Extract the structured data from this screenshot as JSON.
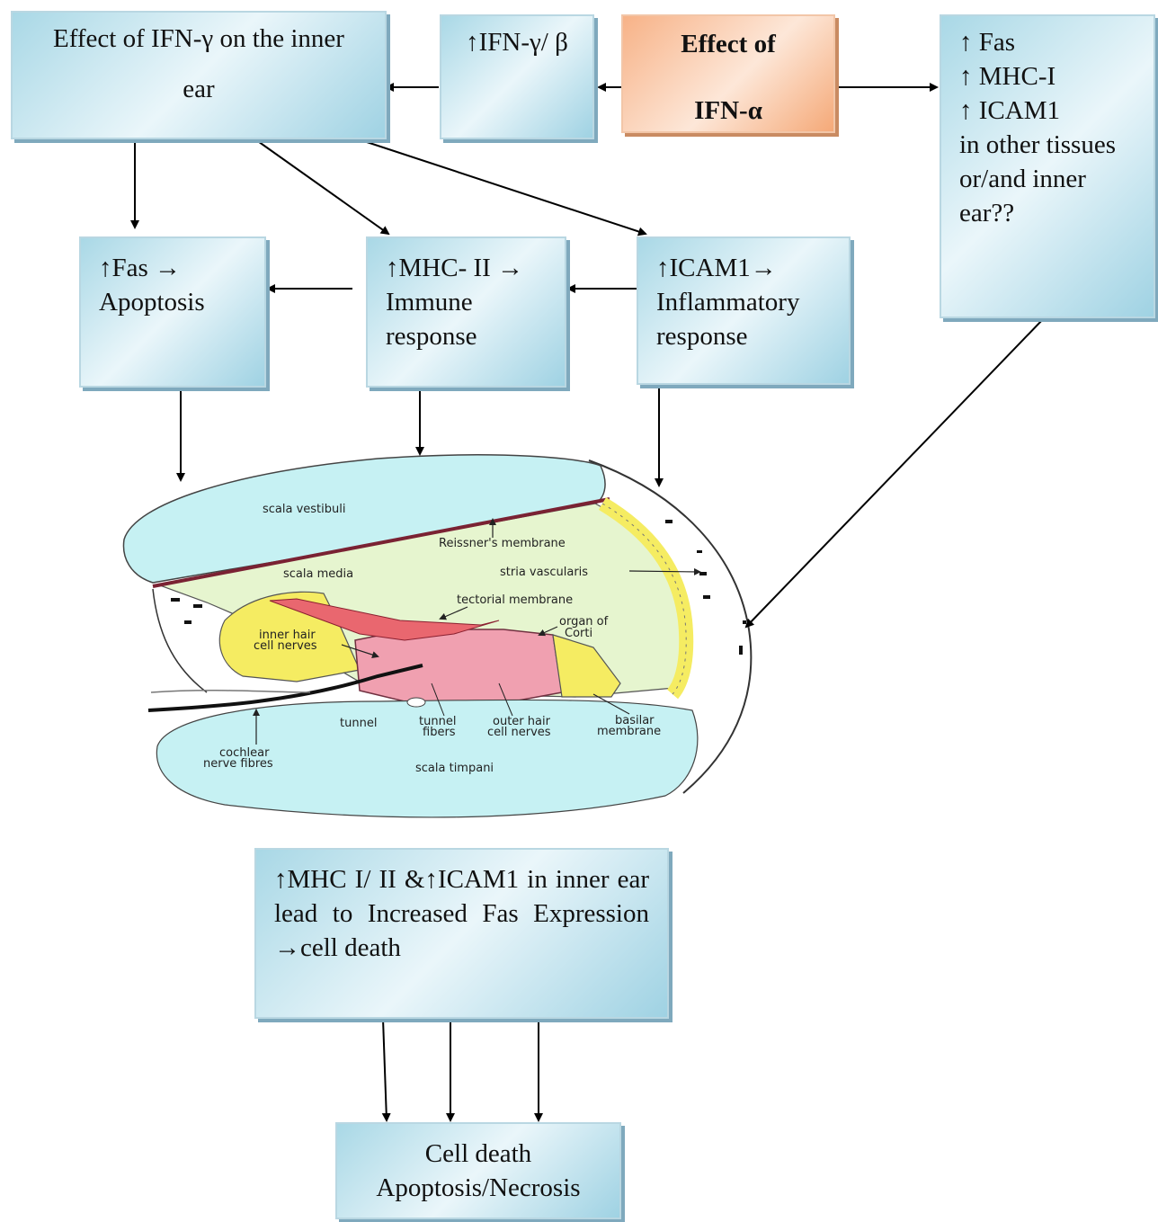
{
  "top": {
    "ifn_gamma_effect": {
      "line1": "Effect of IFN-γ on the inner",
      "line2": "ear"
    },
    "ifn_gamma_beta": "↑IFN-γ/ β",
    "ifn_alpha": {
      "line1": "Effect of",
      "line2": "IFN-α"
    },
    "other_tissues": {
      "lines": [
        "↑ Fas",
        "↑  MHC-I",
        "↑ ICAM1",
        "in other tissues",
        "or/and inner",
        "ear??"
      ]
    }
  },
  "middle": {
    "fas": {
      "line1": "↑Fas →",
      "line2": "Apoptosis"
    },
    "mhc2": {
      "line1": "↑MHC- II →",
      "line2": "Immune",
      "line3": "response"
    },
    "icam1": {
      "line1": "↑ICAM1→",
      "line2": "Inflammatory",
      "line3": "response"
    }
  },
  "cochlea": {
    "labels": {
      "scala_vestibuli": "scala vestibuli",
      "reissners_membrane": "Reissner's membrane",
      "scala_media": "scala media",
      "stria_vascularis": "stria vascularis",
      "tectorial_membrane": "tectorial membrane",
      "organ_of_corti_1": "organ of",
      "organ_of_corti_2": "Corti",
      "inner_hair_1": "inner hair",
      "inner_hair_2": "cell nerves",
      "tunnel": "tunnel",
      "tunnel_fibers_1": "tunnel",
      "tunnel_fibers_2": "fibers",
      "outer_hair_1": "outer hair",
      "outer_hair_2": "cell nerves",
      "basilar_1": "basilar",
      "basilar_2": "membrane",
      "cochlear_nerve_1": "cochlear",
      "cochlear_nerve_2": "nerve fibres",
      "scala_timpani": "scala timpani"
    },
    "colors": {
      "scala": "#c6f1f3",
      "media": "#e6f5cf",
      "tectorial": "#e9676f",
      "corti": "#f0a0b0",
      "cells": "#f5ec62"
    }
  },
  "bottom": {
    "summary": "↑MHC I/ II &↑ICAM1 in inner ear lead to Increased Fas Expression →cell death",
    "cell_death": {
      "line1": "Cell death",
      "line2": "Apoptosis/Necrosis"
    }
  }
}
